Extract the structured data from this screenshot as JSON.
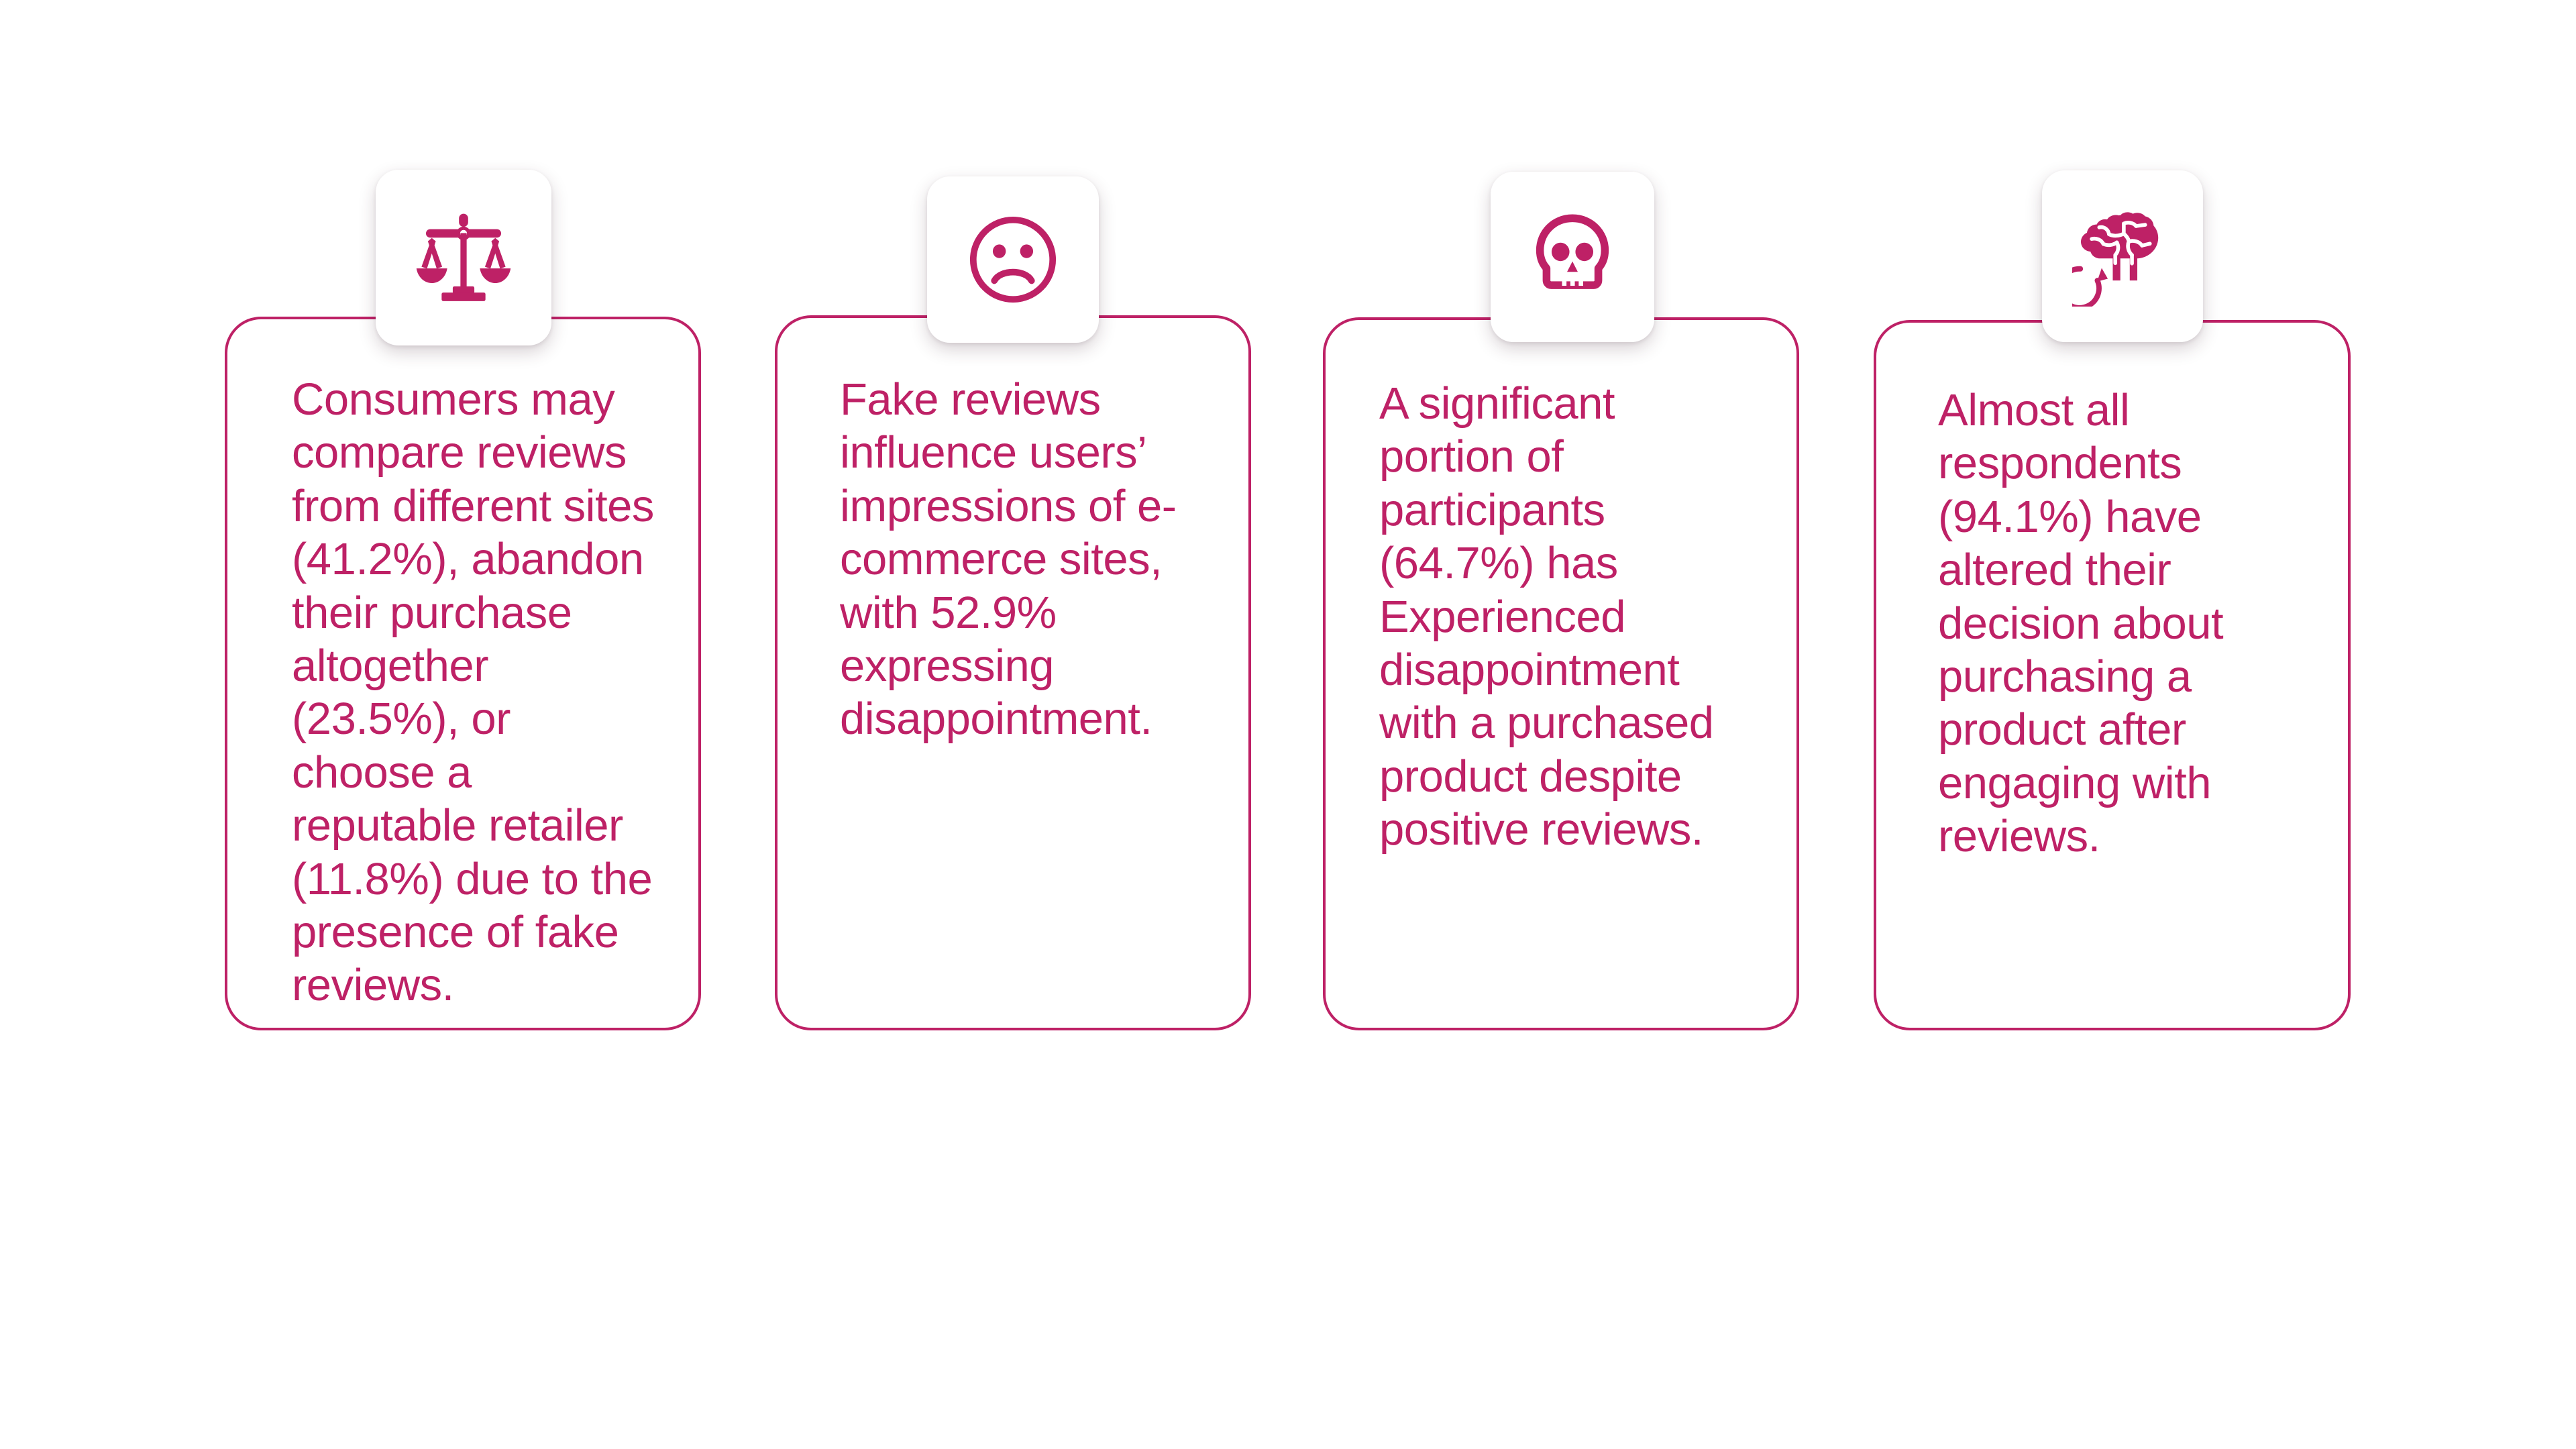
{
  "theme": {
    "accent": "#BE2166",
    "background": "#FFFFFF",
    "card_border": "#BE2166",
    "text_color": "#BE2166"
  },
  "cards": [
    {
      "icon": "balance-scale-icon",
      "icon_label": "balance scale",
      "text": "Consumers may compare reviews from different sites (41.2%), abandon their purchase altogether (23.5%), or choose a reputable retailer (11.8%) due to the presence of fake reviews.",
      "stats": [
        {
          "label": "compare reviews from different sites",
          "value": "41.2%"
        },
        {
          "label": "abandon their purchase altogether",
          "value": "23.5%"
        },
        {
          "label": "choose a reputable retailer",
          "value": "11.8%"
        }
      ]
    },
    {
      "icon": "sad-face-icon",
      "icon_label": "frowning face",
      "text": "Fake reviews influence users’ impressions of e-commerce sites, with 52.9% expressing disappointment.",
      "stats": [
        {
          "label": "expressing disappointment",
          "value": "52.9%"
        }
      ]
    },
    {
      "icon": "skull-icon",
      "icon_label": "skull",
      "text": "A significant portion of participants (64.7%) has Experienced disappointment with a purchased product despite positive reviews.",
      "stats": [
        {
          "label": "experienced disappointment with a purchased product despite positive reviews",
          "value": "64.7%"
        }
      ]
    },
    {
      "icon": "brain-refresh-icon",
      "icon_label": "brain with circular arrow",
      "text": "Almost all respondents (94.1%) have altered their decision about purchasing a product after engaging with reviews.",
      "stats": [
        {
          "label": "altered their decision about purchasing a product after engaging with reviews",
          "value": "94.1%"
        }
      ]
    }
  ]
}
